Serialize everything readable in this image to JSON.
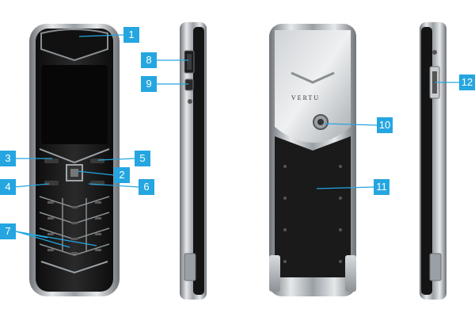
{
  "callouts": [
    {
      "number": "1"
    },
    {
      "number": "2"
    },
    {
      "number": "3"
    },
    {
      "number": "4"
    },
    {
      "number": "5"
    },
    {
      "number": "6"
    },
    {
      "number": "7"
    },
    {
      "number": "8"
    },
    {
      "number": "9"
    },
    {
      "number": "10"
    },
    {
      "number": "11"
    },
    {
      "number": "12"
    }
  ],
  "back_view": {
    "brand_text": "VERTU"
  },
  "colors": {
    "callout_badge": "#25a6e0",
    "callout_line": "#25a6e0",
    "phone_body": "#1a1a1a",
    "steel_frame": "#b8bcc0"
  }
}
